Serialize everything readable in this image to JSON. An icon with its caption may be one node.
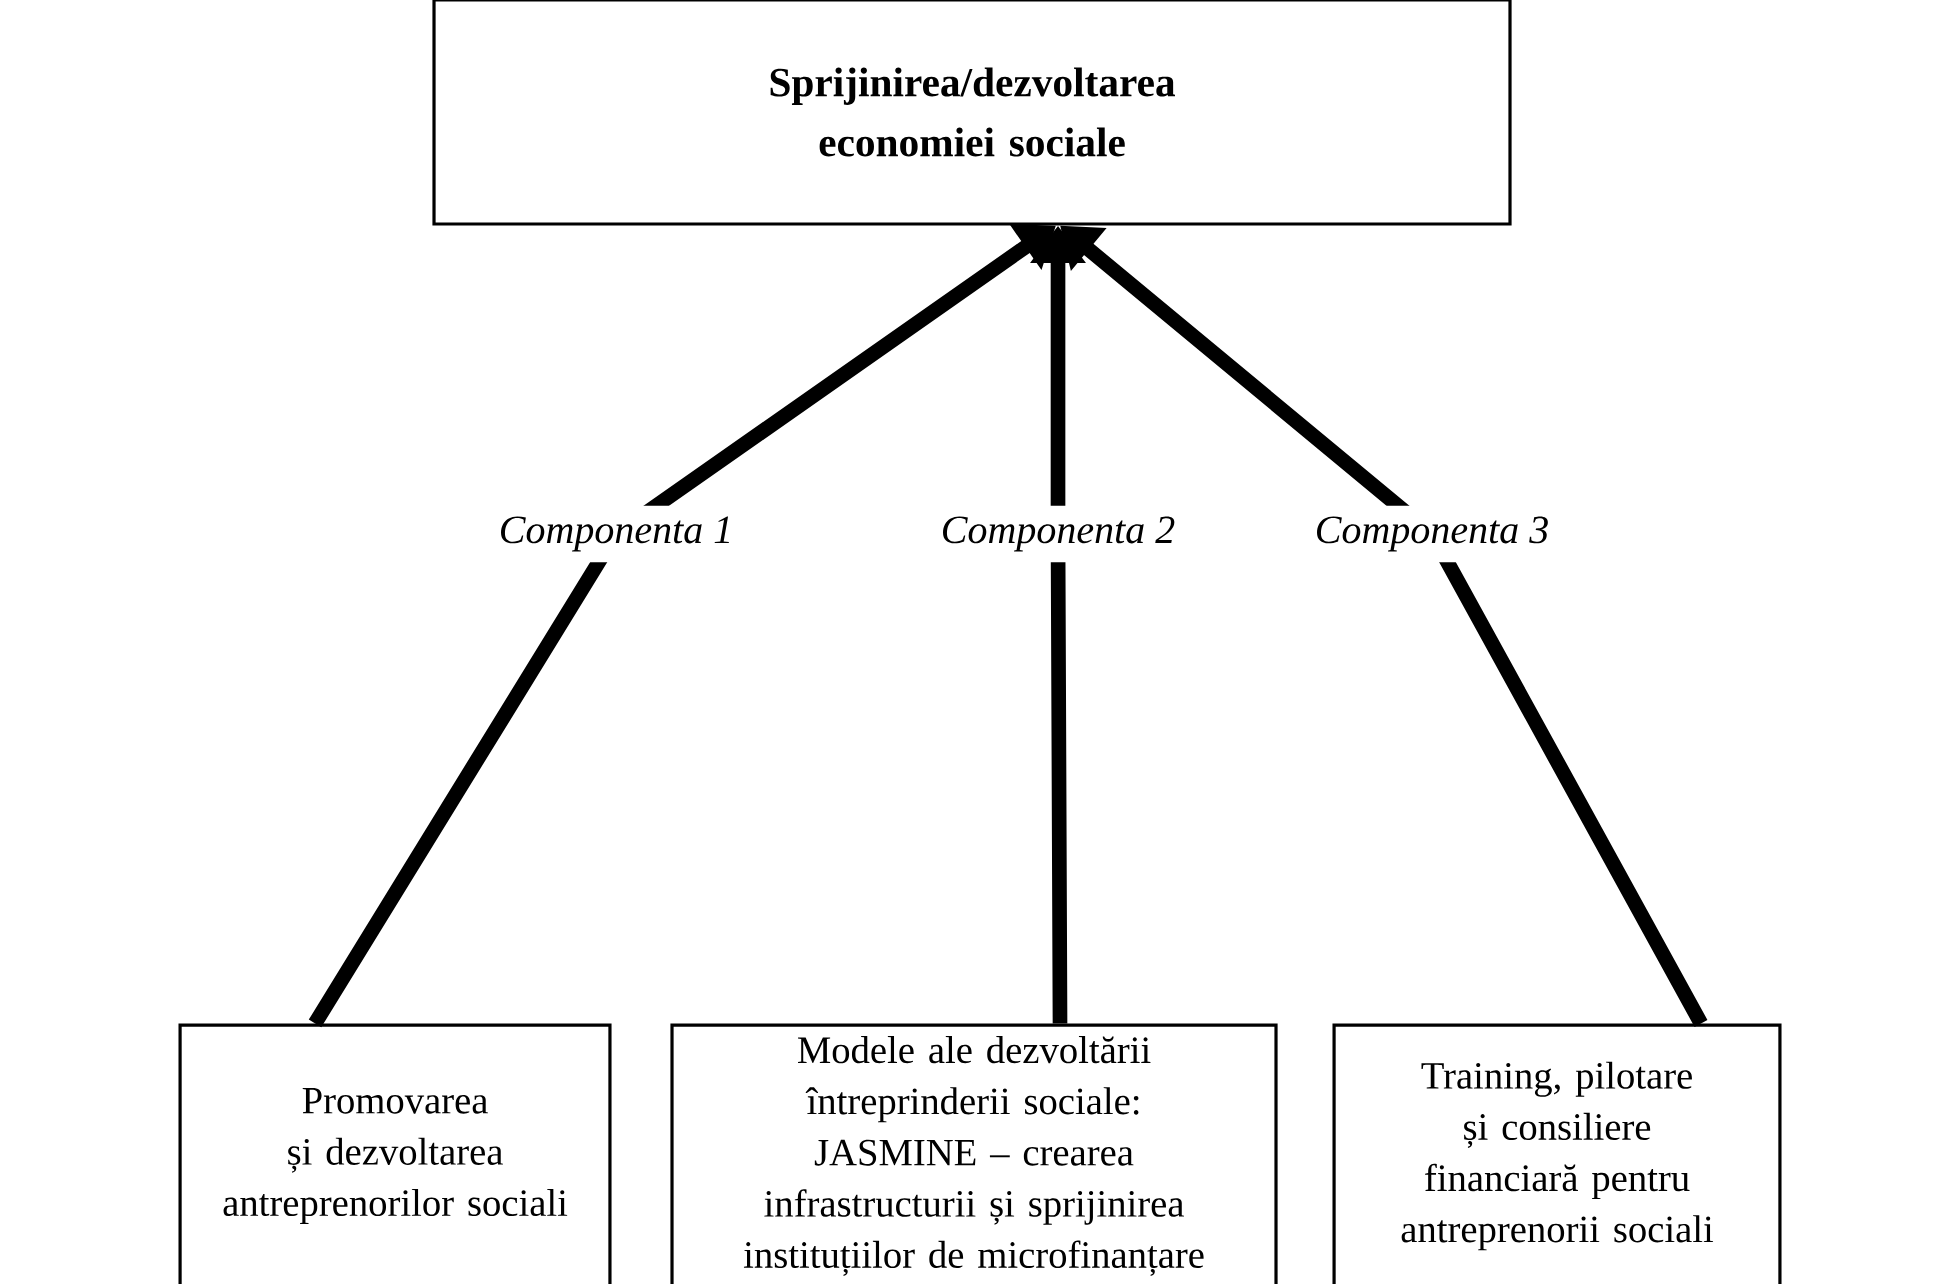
{
  "diagram": {
    "nodes": [
      {
        "text": [
          "Sprijinirea/dezvoltarea economiei sociale"
        ]
      },
      {
        "text": [
          "Promovarea și dezvoltarea antreprenorilor sociali"
        ]
      },
      {
        "text": [
          "Modele ale dezvoltării întreprinderii sociale: JASMINE – crearea infrastructurii și sprijinirea instituțiilor de microfinanțare"
        ]
      },
      {
        "text": [
          "Training, pilotare și consiliere financiară pentru antreprenorii sociali"
        ]
      }
    ],
    "edges": [
      {
        "from": 1,
        "to": 0,
        "arrow": "to",
        "label": "Componenta 1"
      },
      {
        "from": 2,
        "to": 0,
        "arrow": "to",
        "label": "Componenta 2"
      },
      {
        "from": 3,
        "to": 0,
        "arrow": "to",
        "label": "Componenta 3"
      }
    ]
  }
}
